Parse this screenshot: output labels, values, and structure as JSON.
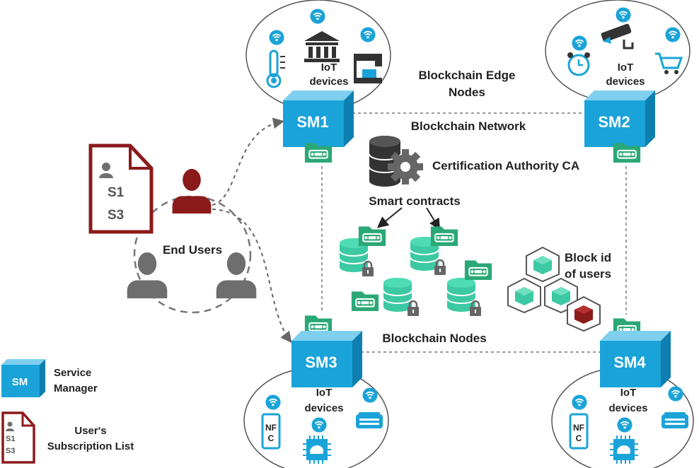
{
  "labels": {
    "edge_nodes_line1": "Blockchain Edge",
    "edge_nodes_line2": "Nodes",
    "network": "Blockchain Network",
    "ca": "Certification Authority CA",
    "smart_contracts": "Smart contracts",
    "block_id_line1": "Block id",
    "block_id_line2": "of users",
    "blockchain_nodes": "Blockchain Nodes",
    "end_users": "End Users"
  },
  "service_managers": [
    {
      "label": "SM1",
      "iot_line1": "IoT",
      "iot_line2": "devices"
    },
    {
      "label": "SM2",
      "iot_line1": "IoT",
      "iot_line2": "devices"
    },
    {
      "label": "SM3",
      "iot_line1": "IoT",
      "iot_line2": "devices"
    },
    {
      "label": "SM4",
      "iot_line1": "IoT",
      "iot_line2": "devices"
    }
  ],
  "subscription_doc": {
    "line1": "S1",
    "line2": "S3"
  },
  "nfc_label": {
    "line1": "NF",
    "line2": "C"
  },
  "legend": {
    "sm_icon_label": "SM",
    "sm_text_line1": "Service",
    "sm_text_line2": "Manager",
    "doc_line1": "S1",
    "doc_line2": "S3",
    "doc_text_line1": "User's",
    "doc_text_line2": "Subscription List"
  },
  "colors": {
    "sm_blue": "#1aa3d9",
    "green": "#2aa876",
    "teal": "#3cc9a3",
    "maroon": "#8b1a1a",
    "gray_user": "#6e6e6e",
    "dark_db": "#333333",
    "wifi_blue": "#1aa3d9"
  }
}
